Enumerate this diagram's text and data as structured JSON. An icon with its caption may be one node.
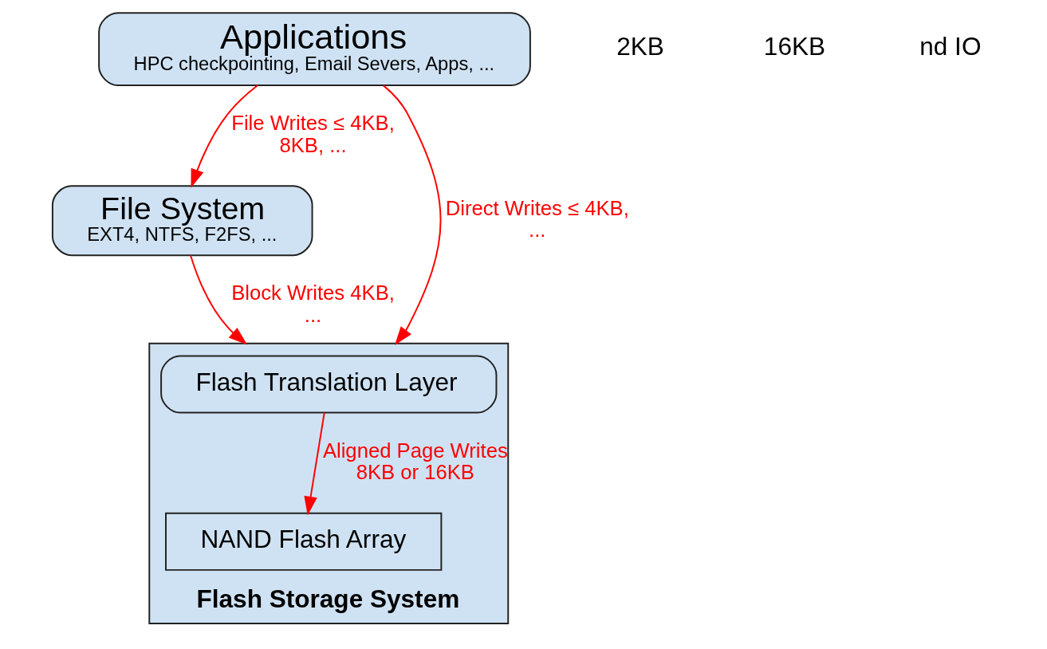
{
  "diagram": {
    "nodes": [
      {
        "text": [
          "Applications",
          "HPC checkpointing, Email Severs, Apps, ..."
        ]
      },
      {
        "text": [
          "File System",
          "EXT4, NTFS, F2FS, ..."
        ]
      },
      {
        "text": [
          "Flash Storage System"
        ]
      },
      {
        "text": [
          "Flash Translation Layer"
        ],
        "in": 2
      },
      {
        "text": [
          "NAND Flash Array"
        ],
        "in": 2
      }
    ],
    "edges": [
      {
        "from": 0,
        "to": 1,
        "arrow": "to",
        "label": "File Writes ≤ 4KB, 8KB, ..."
      },
      {
        "from": 0,
        "to": 2,
        "arrow": "to",
        "label": "Direct Writes ≤ 4KB, ..."
      },
      {
        "from": 1,
        "to": 2,
        "arrow": "to",
        "label": "Block Writes 4KB, ..."
      },
      {
        "from": 3,
        "to": 4,
        "arrow": "to",
        "label": "Aligned Page Writes 8KB or 16KB"
      }
    ],
    "labels": [
      "2KB",
      "16KB",
      "nd IO"
    ]
  }
}
